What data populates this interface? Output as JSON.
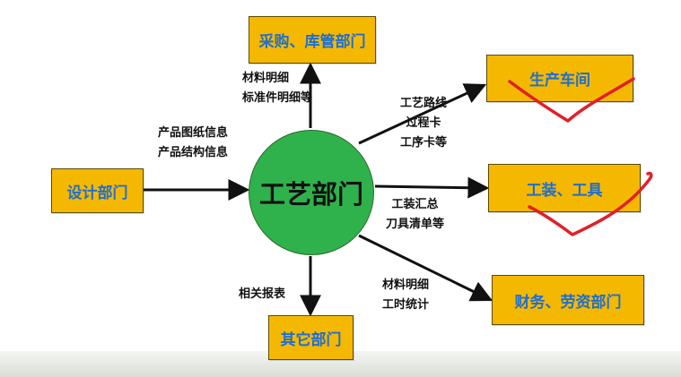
{
  "colors": {
    "box_fill": "#f5b800",
    "box_text": "#1e6fd0",
    "hub_fill": "#2fb24c",
    "arrow": "#111111",
    "checkmark": "#e0202a"
  },
  "diagram": {
    "hub": "工艺部门",
    "nodes": {
      "design": "设计部门",
      "purchasing": "采购、库管部门",
      "production": "生产车间",
      "tooling": "工装、工具",
      "finance": "财务、劳资部门",
      "other": "其它部门"
    },
    "labels": {
      "design_to_hub": [
        "产品图纸信息",
        "产品结构信息"
      ],
      "hub_to_purchasing": [
        "材料明细",
        "标准件明细等"
      ],
      "hub_to_production": [
        "工艺路线",
        "过程卡",
        "工序卡等"
      ],
      "hub_to_tooling": [
        "工装汇总",
        "刀具清单等"
      ],
      "hub_to_finance": [
        "材料明细",
        "工时统计"
      ],
      "hub_to_other": [
        "相关报表"
      ]
    }
  }
}
